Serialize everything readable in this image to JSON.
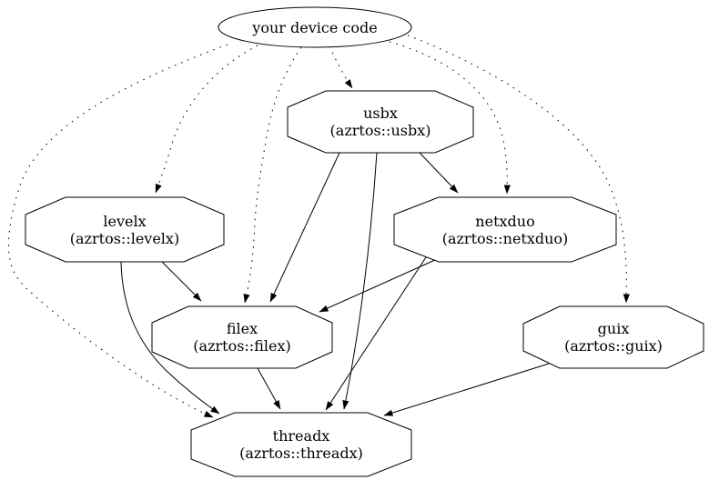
{
  "diagram": {
    "type": "dependency-graph",
    "background_color": "#ffffff",
    "line_color": "#000000",
    "text_color": "#000000",
    "node_fill": "#ffffff"
  },
  "nodes": {
    "device": {
      "label": "your device code",
      "shape": "ellipse"
    },
    "usbx": {
      "title": "usbx",
      "subtitle": "(azrtos::usbx)",
      "shape": "octagon"
    },
    "levelx": {
      "title": "levelx",
      "subtitle": "(azrtos::levelx)",
      "shape": "octagon"
    },
    "netxduo": {
      "title": "netxduo",
      "subtitle": "(azrtos::netxduo)",
      "shape": "octagon"
    },
    "filex": {
      "title": "filex",
      "subtitle": "(azrtos::filex)",
      "shape": "octagon"
    },
    "guix": {
      "title": "guix",
      "subtitle": "(azrtos::guix)",
      "shape": "octagon"
    },
    "threadx": {
      "title": "threadx",
      "subtitle": "(azrtos::threadx)",
      "shape": "octagon"
    }
  },
  "edges": [
    {
      "from": "your device code",
      "to": "usbx",
      "style": "dotted"
    },
    {
      "from": "your device code",
      "to": "levelx",
      "style": "dotted"
    },
    {
      "from": "your device code",
      "to": "netxduo",
      "style": "dotted"
    },
    {
      "from": "your device code",
      "to": "filex",
      "style": "dotted"
    },
    {
      "from": "your device code",
      "to": "guix",
      "style": "dotted"
    },
    {
      "from": "your device code",
      "to": "threadx",
      "style": "dotted"
    },
    {
      "from": "usbx",
      "to": "netxduo",
      "style": "solid"
    },
    {
      "from": "usbx",
      "to": "filex",
      "style": "solid"
    },
    {
      "from": "usbx",
      "to": "threadx",
      "style": "solid"
    },
    {
      "from": "levelx",
      "to": "filex",
      "style": "solid"
    },
    {
      "from": "levelx",
      "to": "threadx",
      "style": "solid"
    },
    {
      "from": "netxduo",
      "to": "filex",
      "style": "solid"
    },
    {
      "from": "netxduo",
      "to": "threadx",
      "style": "solid"
    },
    {
      "from": "filex",
      "to": "threadx",
      "style": "solid"
    },
    {
      "from": "guix",
      "to": "threadx",
      "style": "solid"
    }
  ]
}
